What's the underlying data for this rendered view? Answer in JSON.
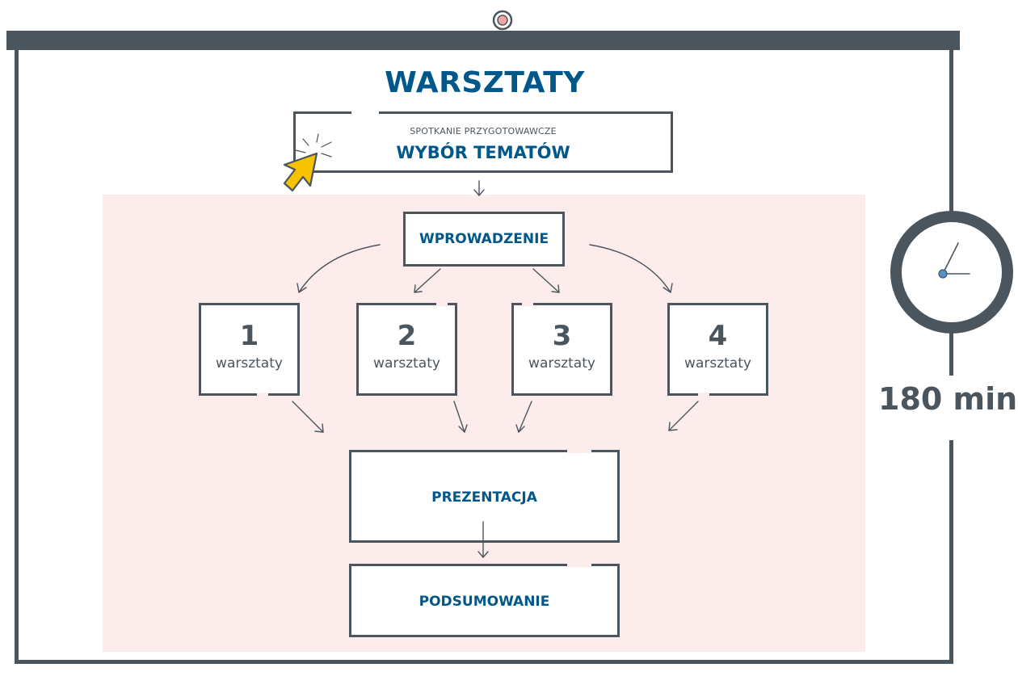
{
  "title": "WARSZTATY",
  "selection": {
    "subtitle": "SPOTKANIE PRZYGOTOWAWCZE",
    "label": "WYBÓR TEMATÓW"
  },
  "intro": {
    "label": "WPROWADZENIE"
  },
  "workshops": [
    {
      "number": "1",
      "label": "warsztaty"
    },
    {
      "number": "2",
      "label": "warsztaty"
    },
    {
      "number": "3",
      "label": "warsztaty"
    },
    {
      "number": "4",
      "label": "warsztaty"
    }
  ],
  "presentation": {
    "label": "PREZENTACJA"
  },
  "summary": {
    "label": "PODSUMOWANIE"
  },
  "duration": "180 min.",
  "colors": {
    "frame": "#4b555e",
    "accent_blue": "#00578a",
    "panel_pink": "#fdecec",
    "cursor_yellow": "#f7c200",
    "clock_hand_dot": "#5b8fc9",
    "pin_pink": "#f2a5a5"
  },
  "icons": [
    "pin-icon",
    "cursor-icon",
    "clock-icon"
  ]
}
